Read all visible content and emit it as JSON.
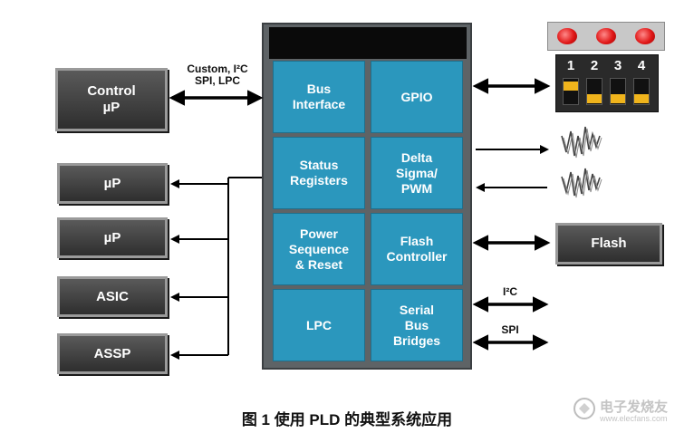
{
  "left_blocks": {
    "control": "Control\nµP",
    "up1": "µP",
    "up2": "µP",
    "asic": "ASIC",
    "assp": "ASSP"
  },
  "bus_label": "Custom, I²C\nSPI, LPC",
  "chip_cells": {
    "bus_interface": "Bus\nInterface",
    "gpio": "GPIO",
    "status_registers": "Status\nRegisters",
    "delta_sigma": "Delta\nSigma/\nPWM",
    "power_sequence": "Power\nSequence\n& Reset",
    "flash_controller": "Flash\nController",
    "lpc": "LPC",
    "serial_bus_bridges": "Serial\nBus\nBridges"
  },
  "right": {
    "flash": "Flash",
    "i2c_label": "I²C",
    "spi_label": "SPI",
    "switch_numbers": [
      "1",
      "2",
      "3",
      "4"
    ]
  },
  "caption": "图 1  使用 PLD 的典型系统应用",
  "watermark_text": "电子发烧友",
  "watermark_url": "www.elecfans.com",
  "colors": {
    "cell": "#2b97bd",
    "chip": "#5e6366",
    "led": "#e01818",
    "switch_on": "#f0b41c"
  }
}
